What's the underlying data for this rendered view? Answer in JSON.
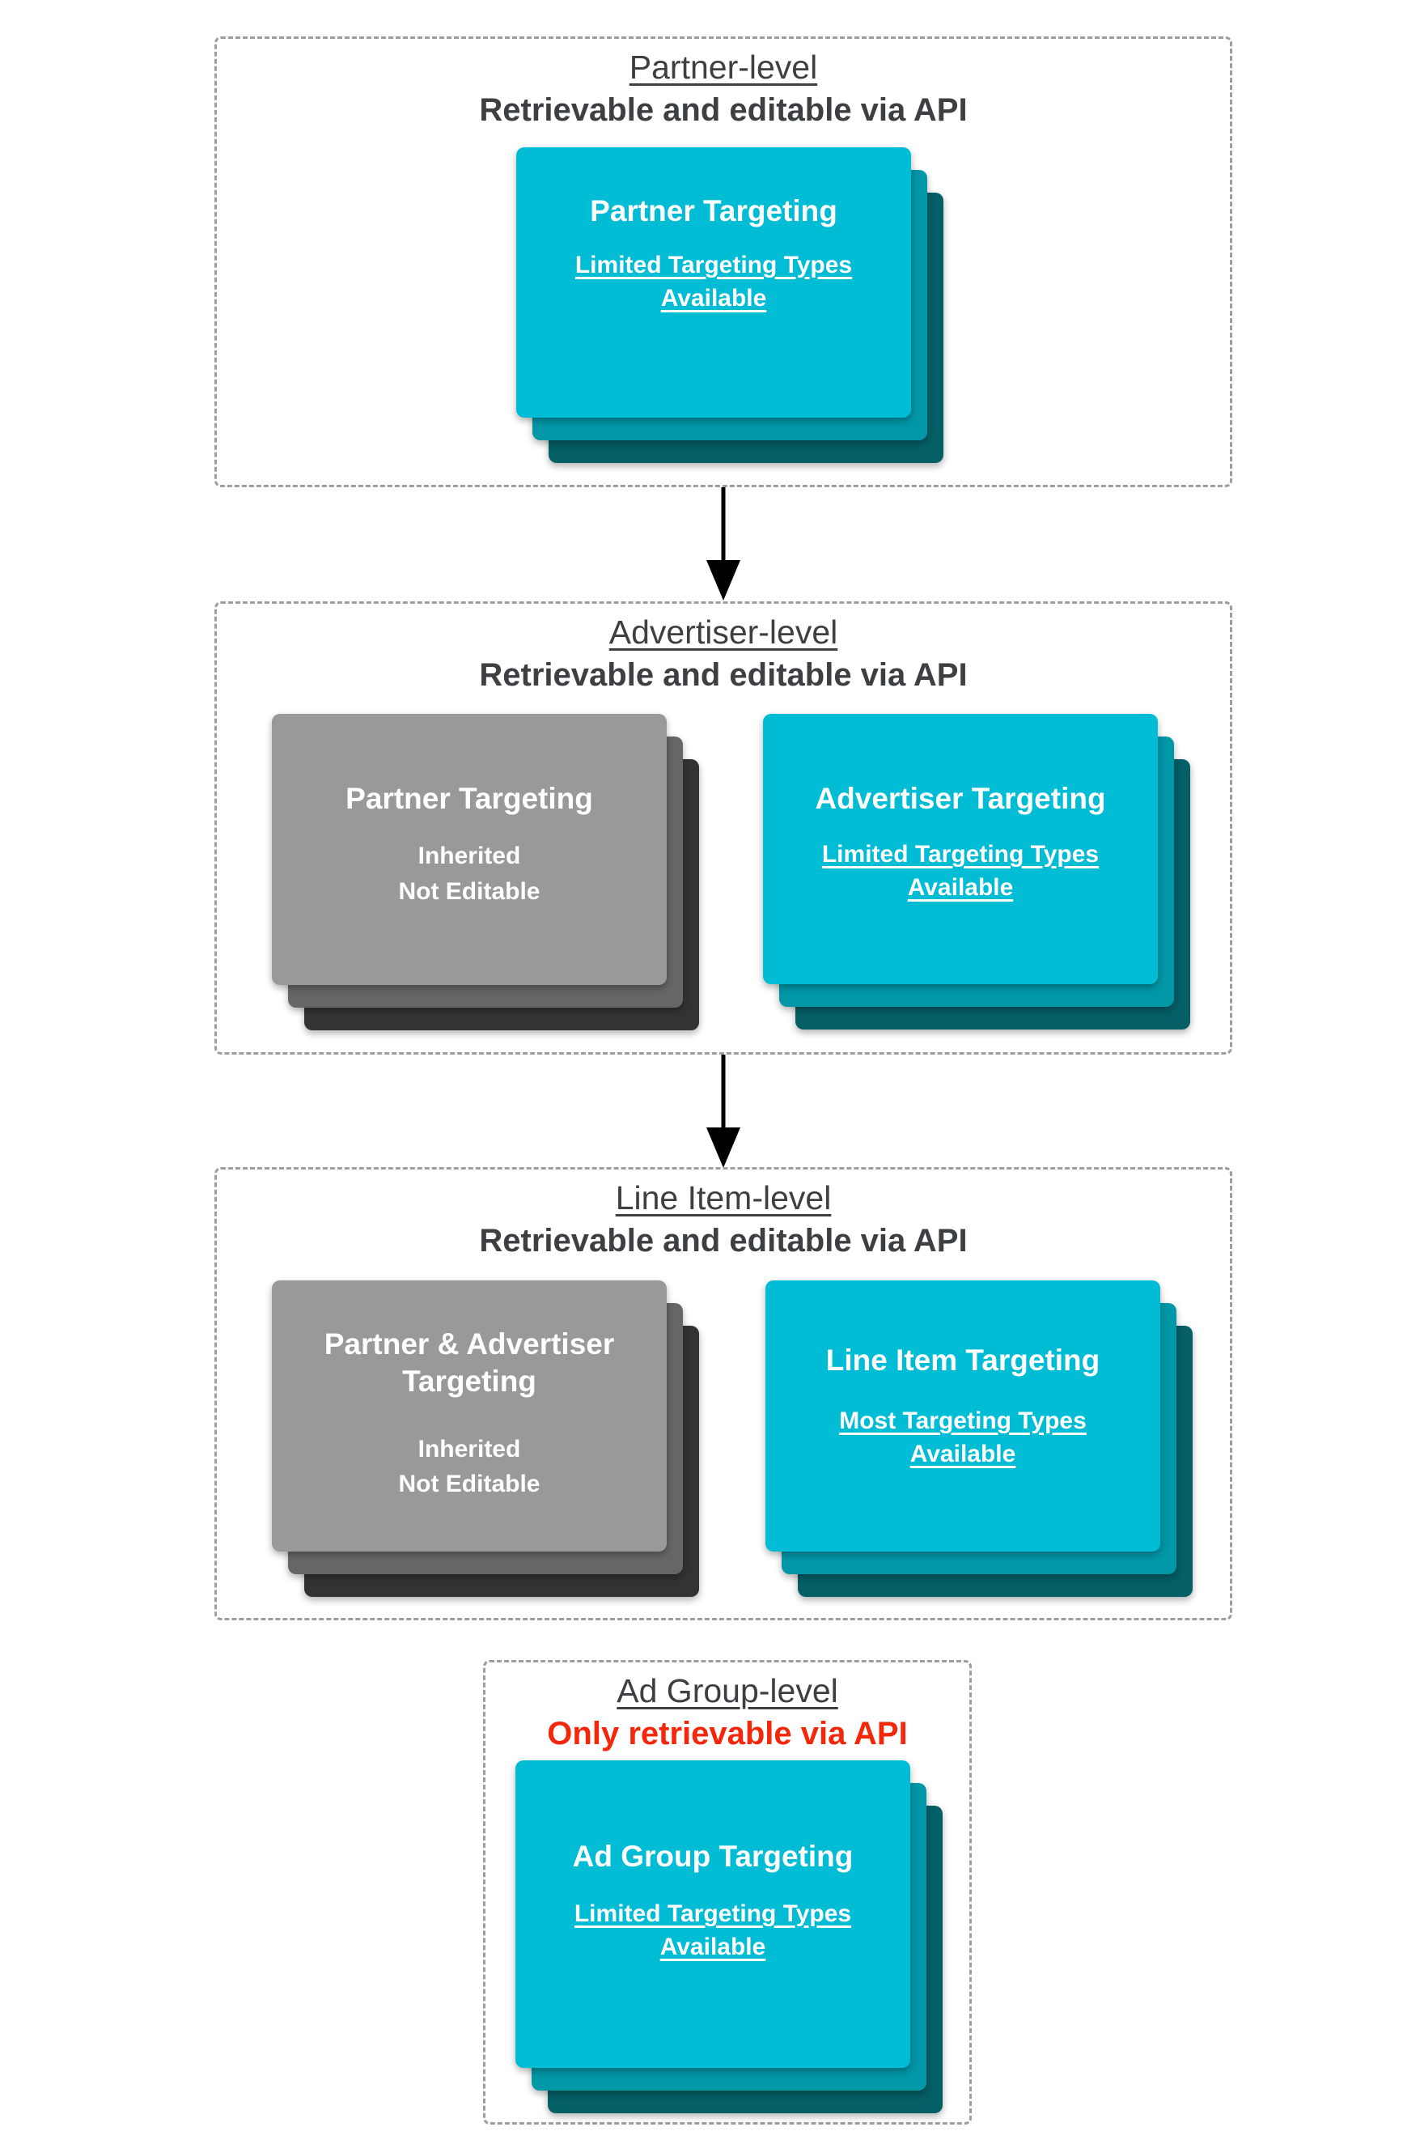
{
  "colors": {
    "teal_front": "#00bcd4",
    "teal_mid": "#0097a7",
    "teal_back": "#055f66",
    "gray_front": "#999999",
    "gray_mid": "#666666",
    "gray_back": "#333333",
    "section_text": "#3c4043",
    "red_text": "#f4270b",
    "dashed_border": "#9e9e9e",
    "arrow": "#000000"
  },
  "sections": [
    {
      "title": "Partner-level",
      "subtitle": "Retrievable and editable via API",
      "cards": [
        {
          "variant": "teal",
          "title": "Partner Targeting",
          "subtitle": "Limited Targeting Types Available"
        }
      ]
    },
    {
      "title": "Advertiser-level",
      "subtitle": "Retrievable and editable via API",
      "cards": [
        {
          "variant": "gray",
          "title": "Partner Targeting",
          "lines": [
            "Inherited",
            "Not Editable"
          ]
        },
        {
          "variant": "teal",
          "title": "Advertiser Targeting",
          "subtitle": "Limited Targeting Types Available"
        }
      ]
    },
    {
      "title": "Line Item-level",
      "subtitle": "Retrievable and editable via API",
      "cards": [
        {
          "variant": "gray",
          "title": "Partner & Advertiser Targeting",
          "lines": [
            "Inherited",
            "Not Editable"
          ]
        },
        {
          "variant": "teal",
          "title": "Line Item Targeting",
          "subtitle": "Most Targeting Types Available"
        }
      ]
    },
    {
      "title": "Ad Group-level",
      "subtitle": "Only retrievable via API",
      "cards": [
        {
          "variant": "teal",
          "title": "Ad Group Targeting",
          "subtitle": "Limited Targeting Types Available"
        }
      ]
    }
  ]
}
